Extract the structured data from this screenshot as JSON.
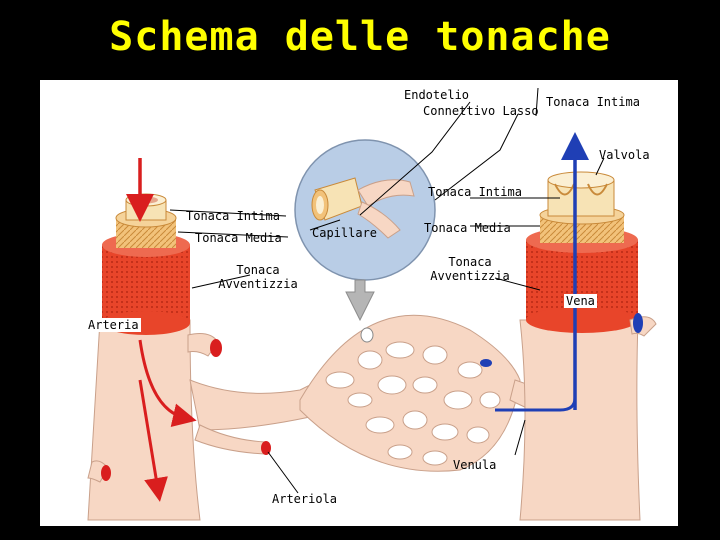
{
  "title": "Schema delle tonache",
  "labels": {
    "endotelio": "Endotelio",
    "connettivo_lasso": "Connettivo Lasso",
    "tonaca_intima_top": "Tonaca Intima",
    "valvola": "Valvola",
    "tonaca_intima_left": "Tonaca Intima",
    "tonaca_media_left": "Tonaca Media",
    "tonaca_avventizzia_left_1": "Tonaca",
    "tonaca_avventizzia_left_2": "Avventizzia",
    "capillare": "Capillare",
    "tonaca_intima_right": "Tonaca Intima",
    "tonaca_media_right": "Tonaca Media",
    "tonaca_avventizzia_right_1": "Tonaca",
    "tonaca_avventizzia_right_2": "Avventizzia",
    "vena": "Vena",
    "arteria": "Arteria",
    "venula": "Venula",
    "arteriola": "Arteriola"
  },
  "colors": {
    "title": "#ffff00",
    "vessel_wall": "#f7d7c4",
    "adventitia": "#e8452a",
    "media": "#f2c27a",
    "arterial_blood": "#d91e1e",
    "venous_blood": "#1f3fb5",
    "capillary_bubble": "#b9cde6"
  }
}
